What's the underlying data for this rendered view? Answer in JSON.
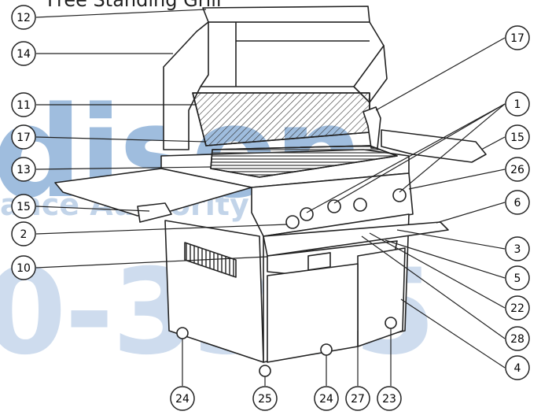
{
  "title": "Free Standing Grill",
  "watermark": {
    "line1": "dison",
    "line2": "ance Authority",
    "line3": "0-3355"
  },
  "callouts": [
    {
      "label": "12"
    },
    {
      "label": "14"
    },
    {
      "label": "11"
    },
    {
      "label": "17"
    },
    {
      "label": "13"
    },
    {
      "label": "15"
    },
    {
      "label": "2"
    },
    {
      "label": "10"
    },
    {
      "label": "24"
    },
    {
      "label": "25"
    },
    {
      "label": "24"
    },
    {
      "label": "27"
    },
    {
      "label": "23"
    },
    {
      "label": "17"
    },
    {
      "label": "1"
    },
    {
      "label": "15"
    },
    {
      "label": "26"
    },
    {
      "label": "6"
    },
    {
      "label": "3"
    },
    {
      "label": "5"
    },
    {
      "label": "22"
    },
    {
      "label": "28"
    },
    {
      "label": "4"
    }
  ]
}
